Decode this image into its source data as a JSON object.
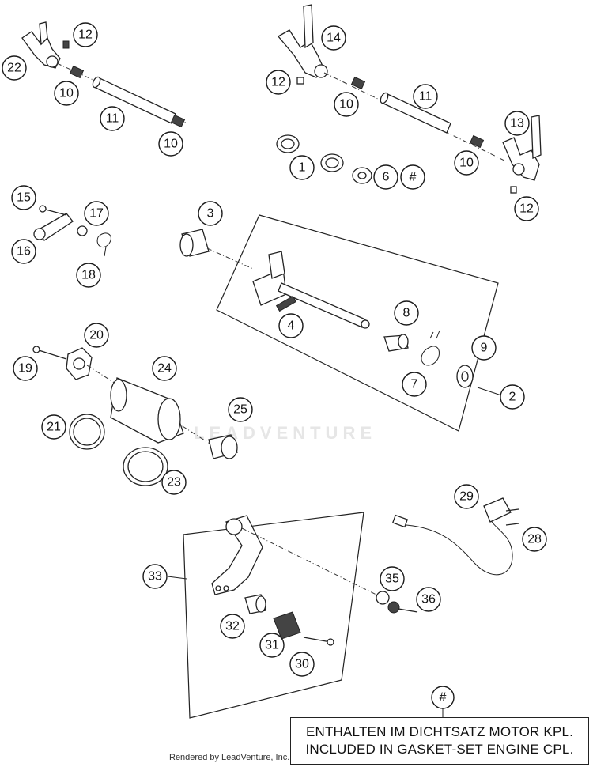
{
  "callouts": [
    {
      "id": "c12a",
      "label": "12"
    },
    {
      "id": "c22",
      "label": "22"
    },
    {
      "id": "c10a",
      "label": "10"
    },
    {
      "id": "c11a",
      "label": "11"
    },
    {
      "id": "c10b",
      "label": "10"
    },
    {
      "id": "c14",
      "label": "14"
    },
    {
      "id": "c12b",
      "label": "12"
    },
    {
      "id": "c10c",
      "label": "10"
    },
    {
      "id": "c11b",
      "label": "11"
    },
    {
      "id": "c13",
      "label": "13"
    },
    {
      "id": "c1",
      "label": "1"
    },
    {
      "id": "c6",
      "label": "6"
    },
    {
      "id": "chash",
      "label": "#"
    },
    {
      "id": "c10d",
      "label": "10"
    },
    {
      "id": "c12c",
      "label": "12"
    },
    {
      "id": "c15",
      "label": "15"
    },
    {
      "id": "c17",
      "label": "17"
    },
    {
      "id": "c16",
      "label": "16"
    },
    {
      "id": "c18",
      "label": "18"
    },
    {
      "id": "c3",
      "label": "3"
    },
    {
      "id": "c4",
      "label": "4"
    },
    {
      "id": "c8",
      "label": "8"
    },
    {
      "id": "c9",
      "label": "9"
    },
    {
      "id": "c7",
      "label": "7"
    },
    {
      "id": "c2",
      "label": "2"
    },
    {
      "id": "c20",
      "label": "20"
    },
    {
      "id": "c19",
      "label": "19"
    },
    {
      "id": "c24",
      "label": "24"
    },
    {
      "id": "c25",
      "label": "25"
    },
    {
      "id": "c21",
      "label": "21"
    },
    {
      "id": "c23",
      "label": "23"
    },
    {
      "id": "c29",
      "label": "29"
    },
    {
      "id": "c28",
      "label": "28"
    },
    {
      "id": "c33",
      "label": "33"
    },
    {
      "id": "c35",
      "label": "35"
    },
    {
      "id": "c36",
      "label": "36"
    },
    {
      "id": "c32",
      "label": "32"
    },
    {
      "id": "c31",
      "label": "31"
    },
    {
      "id": "c30",
      "label": "30"
    },
    {
      "id": "chash2",
      "label": "#"
    }
  ],
  "note": {
    "line1": "ENTHALTEN IM DICHTSATZ MOTOR KPL.",
    "line2": "INCLUDED IN GASKET-SET ENGINE CPL."
  },
  "credit": "Rendered by LeadVenture, Inc.",
  "watermark": "LEADVENTURE"
}
